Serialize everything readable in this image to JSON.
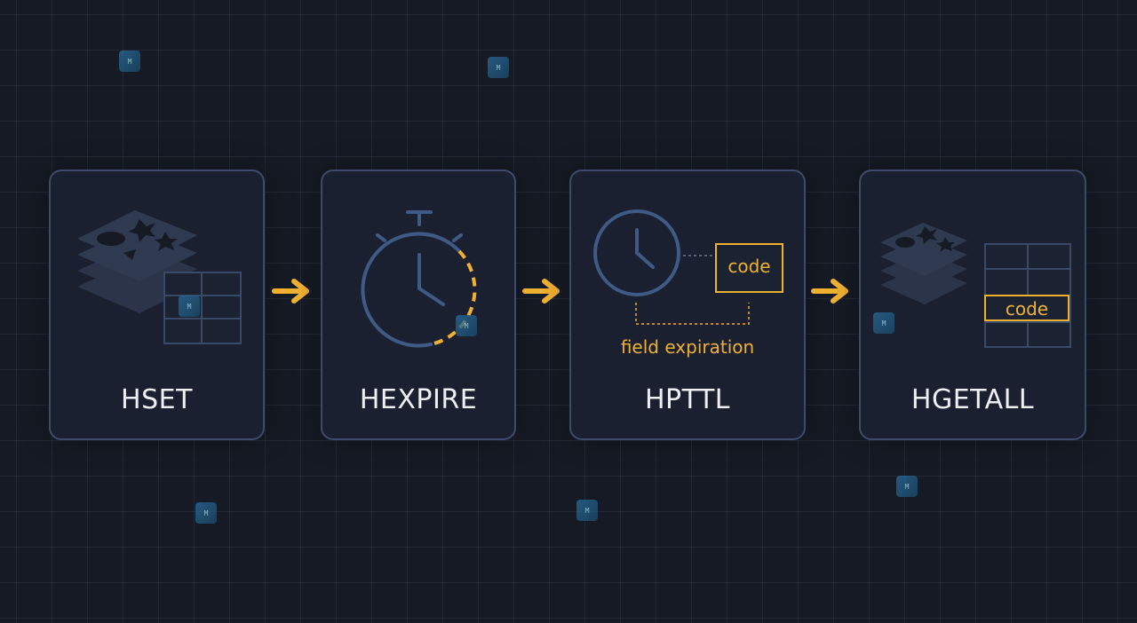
{
  "steps": [
    {
      "id": "hset",
      "label": "HSET"
    },
    {
      "id": "hexpire",
      "label": "HEXPIRE"
    },
    {
      "id": "hpttl",
      "label": "HPTTL",
      "code_box": "code",
      "annotation": "field expiration"
    },
    {
      "id": "hgetall",
      "label": "HGETALL",
      "code_box": "code"
    }
  ],
  "colors": {
    "background": "#151a24",
    "card_border": "#3c4b6b",
    "icon_stroke": "#3f5a85",
    "accent": "#f0b030",
    "label_text": "#eef0f4"
  },
  "icons": [
    "redis-stack-icon",
    "hash-table-icon",
    "stopwatch-icon",
    "clock-icon",
    "arrow-right-icon",
    "watermark-icon"
  ]
}
